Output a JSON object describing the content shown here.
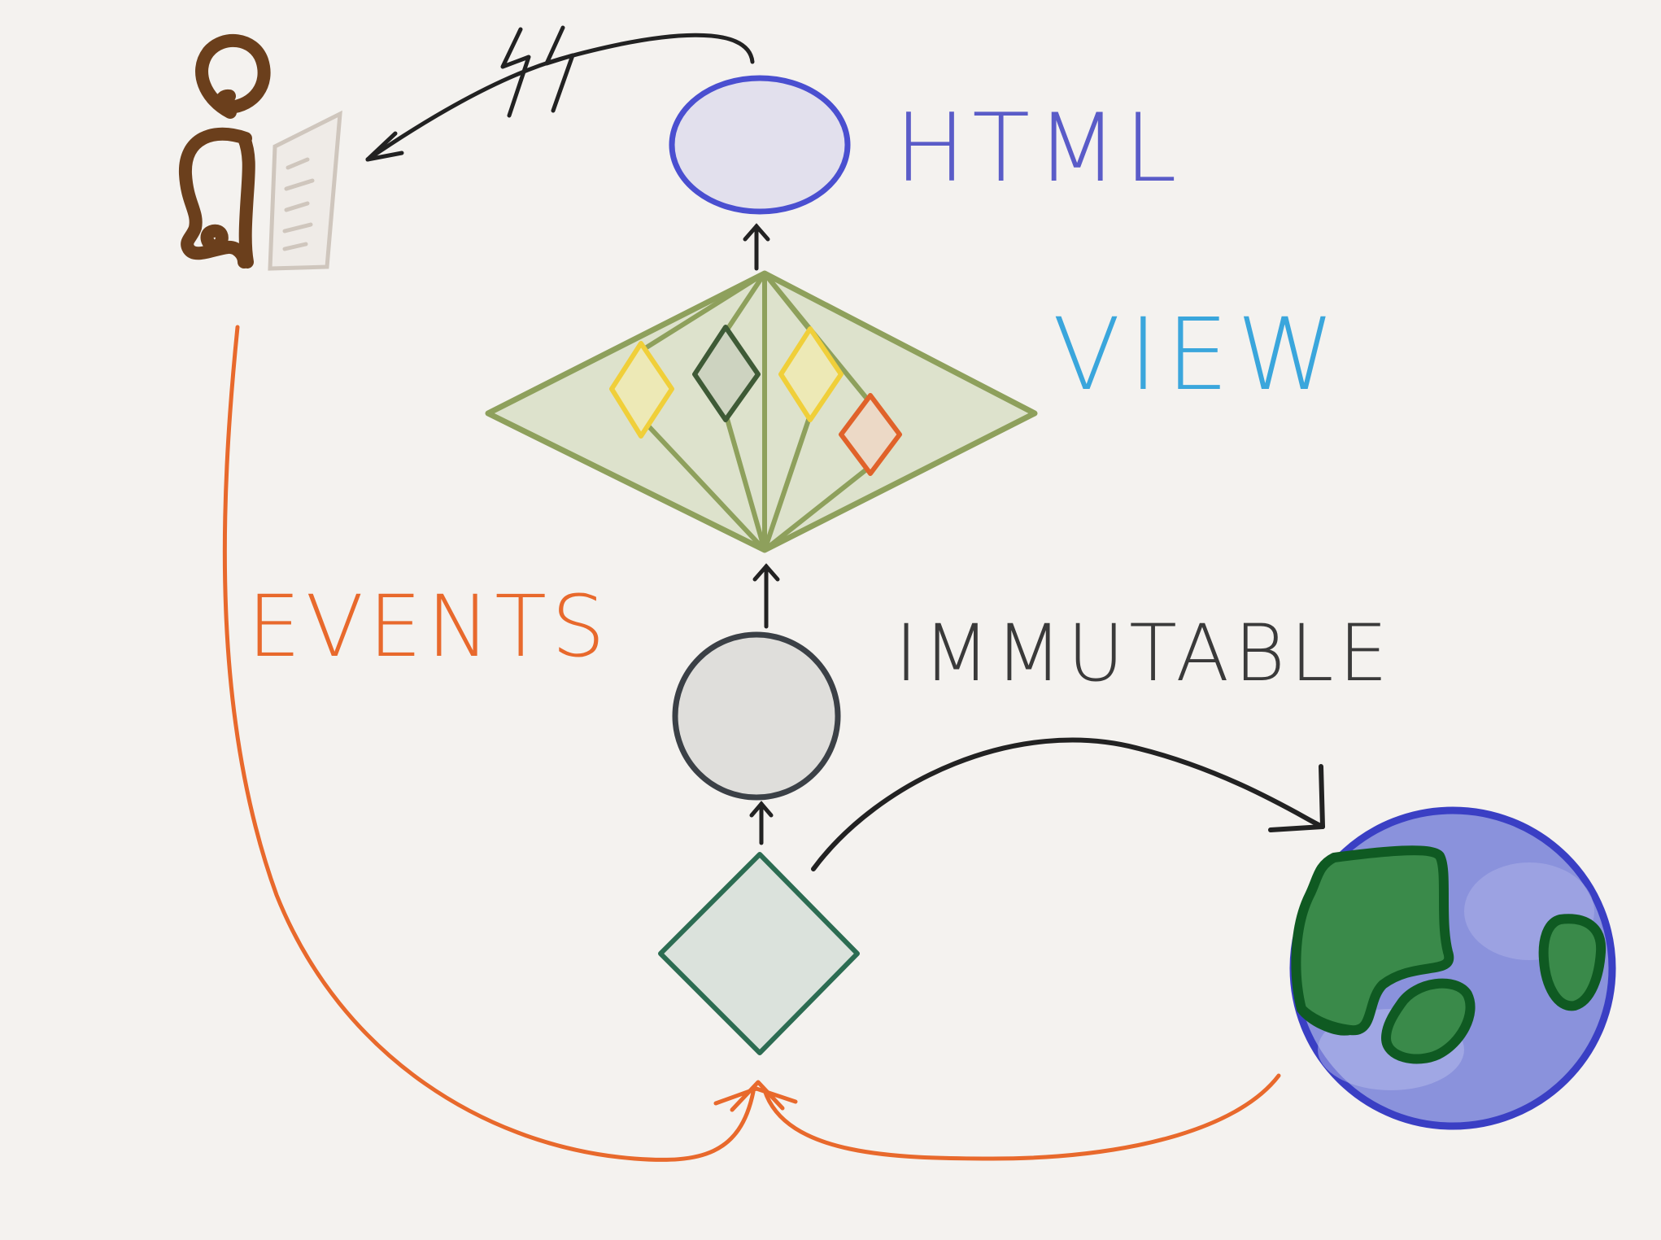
{
  "labels": {
    "html": "HTML",
    "view": "VIEW",
    "immutable": "IMMUTABLE",
    "events": "EVENTS"
  },
  "colors": {
    "background": "#f4f2ef",
    "html_node_stroke": "#4a4fd0",
    "html_node_fill": "#e2e0ed",
    "html_label": "#5a5cc8",
    "view_label": "#3aa6dc",
    "view_fill": "#dde2cc",
    "view_stroke": "#8ea05c",
    "immutable_fill": "#dfdedb",
    "immutable_stroke": "#3b4046",
    "immutable_label": "#3a3a3a",
    "state_fill": "#dbe2dc",
    "state_stroke": "#2c6c52",
    "events_color": "#e8692c",
    "person_color": "#6b3f1c",
    "arrow_color": "#222222",
    "earth_ocean": "#7a84d6",
    "earth_outline": "#3a3fc4",
    "earth_land": "#3a8a4a",
    "earth_land_outline": "#0f5a22",
    "component_yellow": "#f0cf3a",
    "component_dark": "#3e5a36",
    "component_orange": "#e0622a"
  },
  "icons": {
    "user": "person-icon",
    "document": "document-icon",
    "world": "globe-icon"
  }
}
